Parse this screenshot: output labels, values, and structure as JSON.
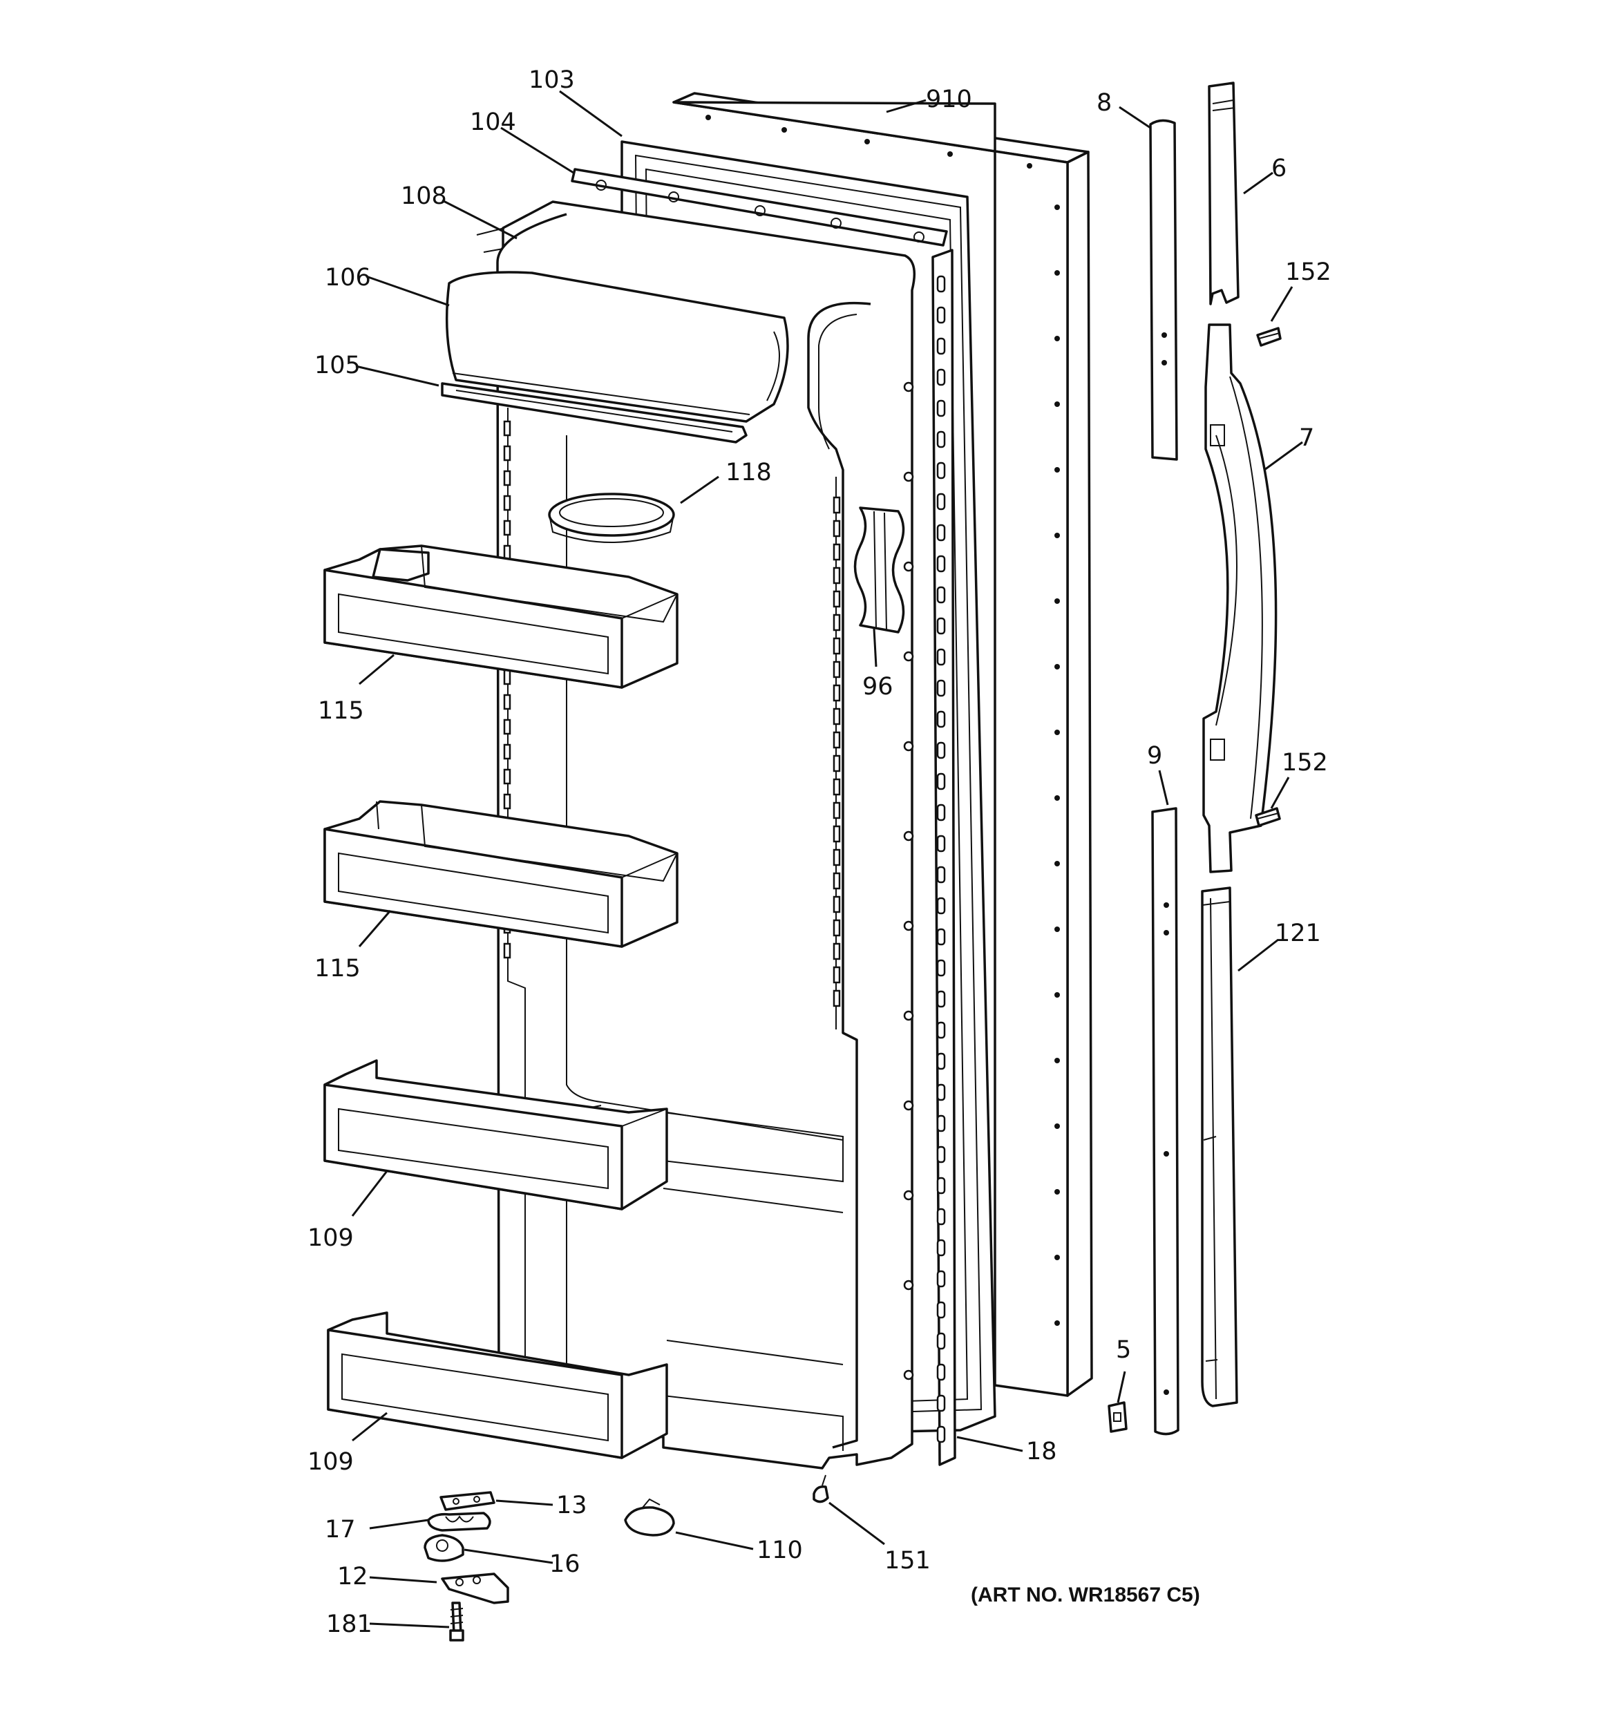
{
  "art_number": "(ART NO. WR18567 C5)",
  "callouts": {
    "p910": "910",
    "p103": "103",
    "p104": "104",
    "p108": "108",
    "p106": "106",
    "p105": "105",
    "p118": "118",
    "p115a": "115",
    "p115b": "115",
    "p96": "96",
    "p109a": "109",
    "p109b": "109",
    "p8": "8",
    "p6": "6",
    "p152a": "152",
    "p7": "7",
    "p9": "9",
    "p152b": "152",
    "p121": "121",
    "p5": "5",
    "p18": "18",
    "p13": "13",
    "p17": "17",
    "p16": "16",
    "p12": "12",
    "p181": "181",
    "p110": "110",
    "p151": "151"
  }
}
